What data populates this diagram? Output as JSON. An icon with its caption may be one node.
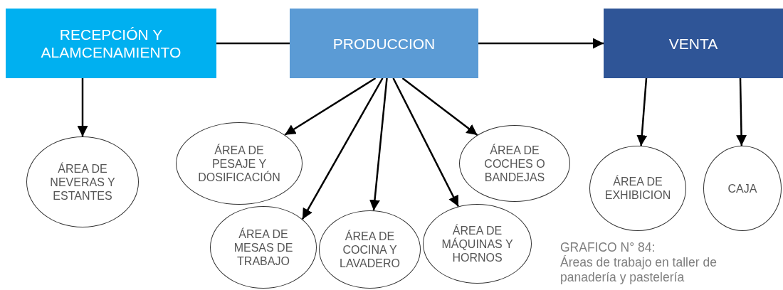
{
  "diagram": {
    "caption": "Áreas de trabajo en taller de panadería y pastelería",
    "nodes": [
      {
        "text": [
          "RECEPCIÓN Y ALAMCENAMIENTO"
        ]
      },
      {
        "text": [
          "PRODUCCION"
        ]
      },
      {
        "text": [
          "VENTA"
        ]
      },
      {
        "text": [
          "ÁREA DE NEVERAS Y ESTANTES"
        ]
      },
      {
        "text": [
          "ÁREA DE PESAJE Y DOSIFICACIÓN"
        ]
      },
      {
        "text": [
          "ÁREA DE COCHES O BANDEJAS"
        ]
      },
      {
        "text": [
          "ÁREA DE MESAS DE TRABAJO"
        ]
      },
      {
        "text": [
          "ÁREA DE COCINA Y LAVADERO"
        ]
      },
      {
        "text": [
          "ÁREA DE MÁQUINAS Y HORNOS"
        ]
      },
      {
        "text": [
          "ÁREA DE EXHIBICION"
        ]
      },
      {
        "text": [
          "CAJA"
        ]
      }
    ],
    "edges": [
      {
        "from": 0,
        "to": 1,
        "arrow": "none"
      },
      {
        "from": 1,
        "to": 2,
        "arrow": "to"
      },
      {
        "from": 0,
        "to": 3,
        "arrow": "to"
      },
      {
        "from": 1,
        "to": 4,
        "arrow": "to"
      },
      {
        "from": 1,
        "to": 6,
        "arrow": "to"
      },
      {
        "from": 1,
        "to": 7,
        "arrow": "to"
      },
      {
        "from": 1,
        "to": 8,
        "arrow": "to"
      },
      {
        "from": 1,
        "to": 5,
        "arrow": "to"
      },
      {
        "from": 2,
        "to": 9,
        "arrow": "to"
      },
      {
        "from": 2,
        "to": 10,
        "arrow": "to"
      }
    ],
    "labels": [
      "GRAFICO N° 84:"
    ]
  }
}
